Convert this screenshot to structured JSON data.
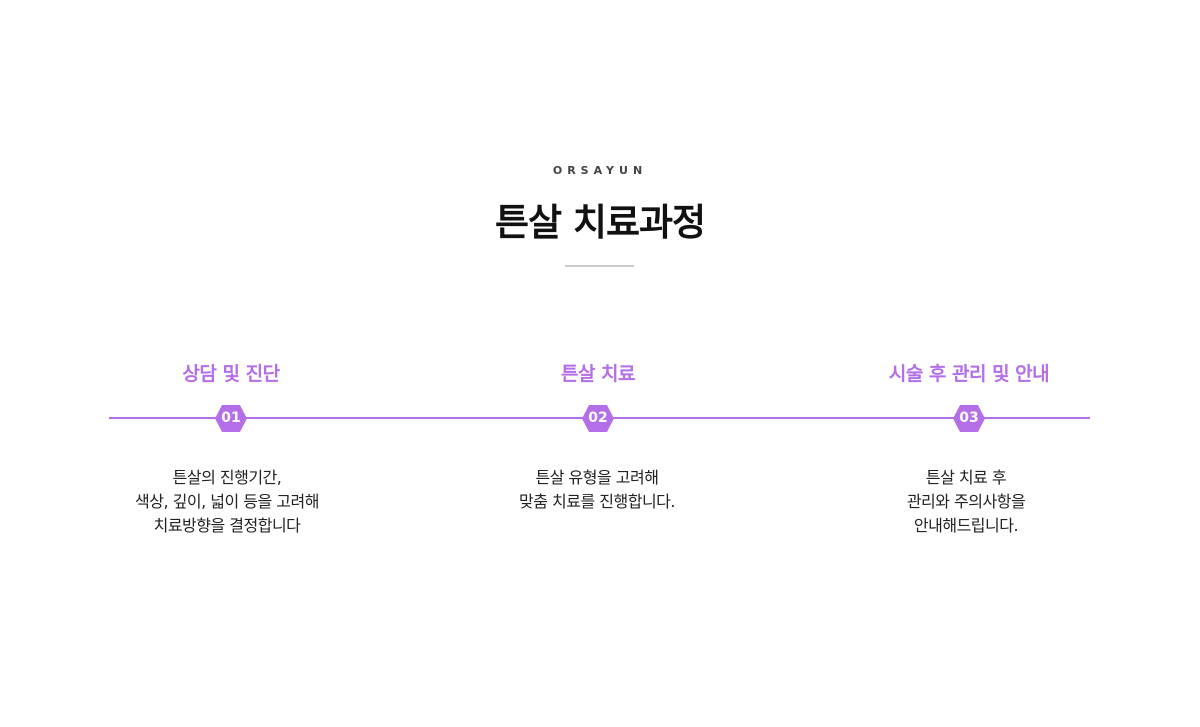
{
  "header": {
    "brand": "ORSAYUN",
    "title": "튼살 치료과정"
  },
  "accent_color": "#b36ee8",
  "steps": [
    {
      "number": "01",
      "title": "상담 및 진단",
      "lines": [
        "튼살의 진행기간,",
        "색상, 깊이, 넓이 등을 고려해",
        "치료방향을 결정합니다"
      ]
    },
    {
      "number": "02",
      "title": "튼살 치료",
      "lines": [
        "튼살 유형을 고려해",
        "맞춤 치료를 진행합니다."
      ]
    },
    {
      "number": "03",
      "title": "시술 후 관리 및 안내",
      "lines": [
        "튼살 치료 후",
        "관리와 주의사항을",
        "안내해드립니다."
      ]
    }
  ]
}
